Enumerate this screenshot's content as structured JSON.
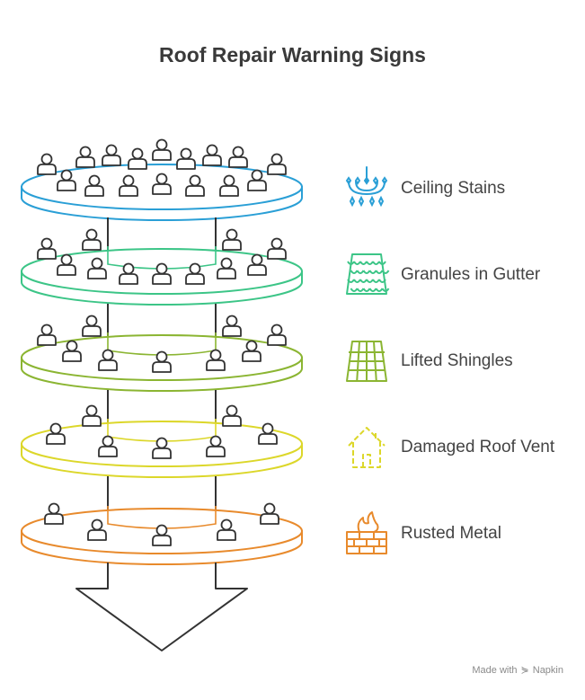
{
  "title": "Roof Repair Warning Signs",
  "layers": [
    {
      "label": "Ceiling Stains",
      "color": "#2a9fd6",
      "icon": "chandelier-icon"
    },
    {
      "label": "Granules in Gutter",
      "color": "#3cc587",
      "icon": "roof-tiles-icon"
    },
    {
      "label": "Lifted Shingles",
      "color": "#8bb532",
      "icon": "shingles-icon"
    },
    {
      "label": "Damaged Roof Vent",
      "color": "#dcd72a",
      "icon": "house-outline-icon"
    },
    {
      "label": "Rusted Metal",
      "color": "#e88a2c",
      "icon": "fire-brick-icon"
    }
  ],
  "watermark": {
    "made_with": "Made with",
    "brand": "Napkin"
  }
}
